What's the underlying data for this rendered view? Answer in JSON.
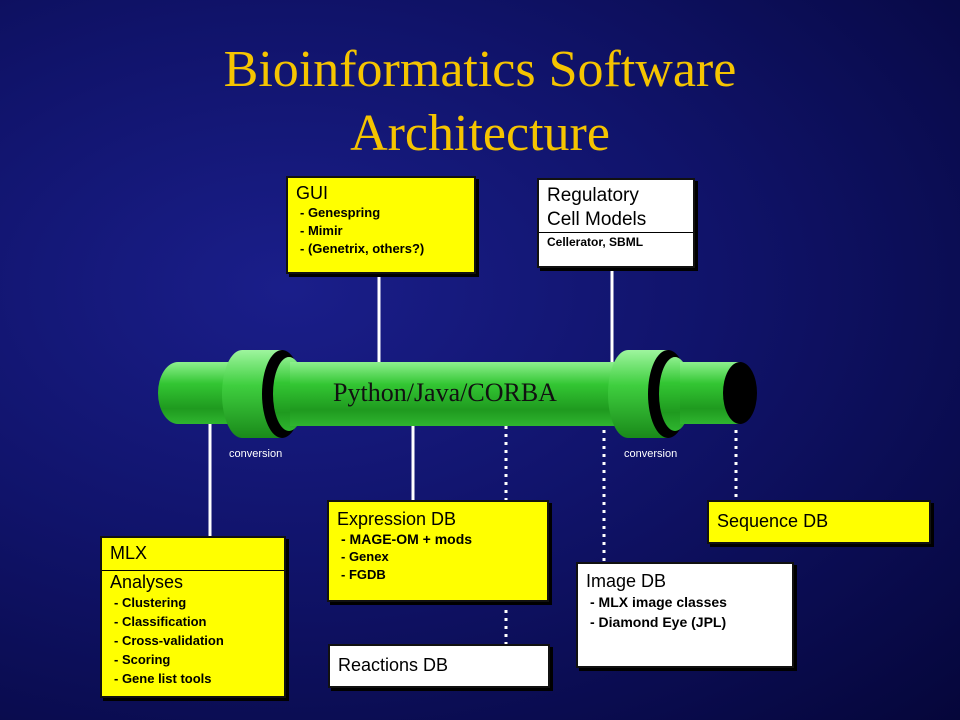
{
  "title": {
    "line1": "Bioinformatics Software",
    "line2": "Architecture"
  },
  "bus_label": "Python/Java/CORBA",
  "conversion_left": "conversion",
  "conversion_right": "conversion",
  "boxes": {
    "gui": {
      "title": "GUI",
      "items": [
        "- Genespring",
        "- Mimir",
        "- (Genetrix, others?)"
      ]
    },
    "regulatory": {
      "title_line1": "Regulatory",
      "title_line2": "Cell Models",
      "items": [
        "Cellerator, SBML"
      ]
    },
    "expression": {
      "title": "Expression DB",
      "items": [
        "- MAGE-OM + mods",
        "- Genex",
        "- FGDB"
      ]
    },
    "sequence": {
      "title": "Sequence DB"
    },
    "mlx": {
      "title_line1": "MLX",
      "title_line2": "Analyses",
      "items": [
        "- Clustering",
        "- Classification",
        "- Cross-validation",
        "- Scoring",
        "- Gene list tools"
      ]
    },
    "image": {
      "title": "Image DB",
      "items": [
        "- MLX image classes",
        "- Diamond Eye (JPL)"
      ]
    },
    "reactions": {
      "title": "Reactions DB"
    }
  },
  "colors": {
    "title": "#f5c400",
    "background": "#10136a",
    "box_yellow": "#ffff00",
    "tube_green": "#3fcf3f"
  }
}
